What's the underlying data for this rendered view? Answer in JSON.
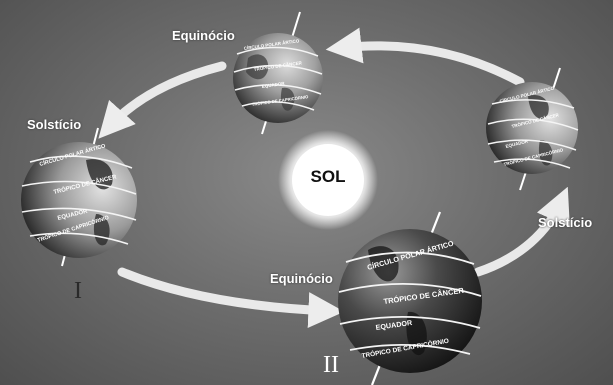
{
  "sun": {
    "label": "SOL"
  },
  "positions": [
    {
      "id": "top",
      "label": "Equinócio",
      "numeral": "",
      "lines": [
        "CÍRCULO POLAR ÁRTICO",
        "TRÓPICO DE CÂNCER",
        "EQUADOR",
        "TRÓPICO DE CAPRICÓRNIO"
      ]
    },
    {
      "id": "right",
      "label": "Solstício",
      "numeral": "",
      "lines": [
        "CÍRCULO POLAR ÁRTICO",
        "TRÓPICO DE CÂNCER",
        "EQUADOR",
        "TRÓPICO DE CAPRICÓRNIO"
      ]
    },
    {
      "id": "left",
      "label": "Solstício",
      "numeral": "I",
      "lines": [
        "CÍRCULO POLAR ÁRTICO",
        "TRÓPICO DE CÂNCER",
        "EQUADOR",
        "TRÓPICO DE CAPRICÓRNIO"
      ]
    },
    {
      "id": "bottom",
      "label": "Equinócio",
      "numeral": "II",
      "lines": [
        "CÍRCULO POLAR ÁRTICO",
        "TRÓPICO DE CÂNCER",
        "EQUADOR",
        "TRÓPICO DE CAPRICÓRNIO"
      ]
    }
  ],
  "colors": {
    "background": "#6e6e6e",
    "sun_glow": "#ffffff",
    "arrow": "#f2f2f2",
    "globe_light": "#c8c8c8",
    "globe_dark": "#2e2e2e"
  }
}
